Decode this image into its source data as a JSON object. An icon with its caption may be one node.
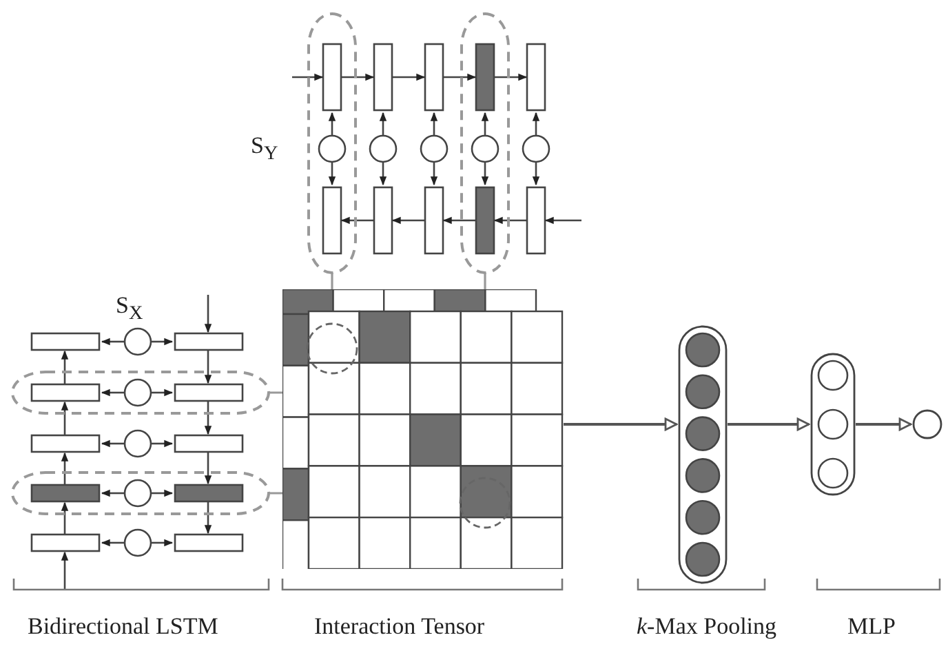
{
  "diagram": {
    "nodes": [
      {
        "text": [],
        "shape": "box"
      },
      {
        "text": [],
        "shape": "bar"
      },
      {
        "text": [],
        "shape": "bar"
      },
      {
        "text": [],
        "shape": "circle"
      }
    ],
    "edges": [
      {
        "from": 0,
        "to": 1,
        "arrow": "to"
      },
      {
        "from": 1,
        "to": 2,
        "arrow": "to"
      },
      {
        "from": 2,
        "to": 3,
        "arrow": "to"
      }
    ],
    "labels": [
      "S$_{Y}$",
      "S$_{X}$",
      "Bidirectional LSTM",
      "Interaction Tensor",
      "*k*-Max Pooling",
      "MLP"
    ]
  }
}
